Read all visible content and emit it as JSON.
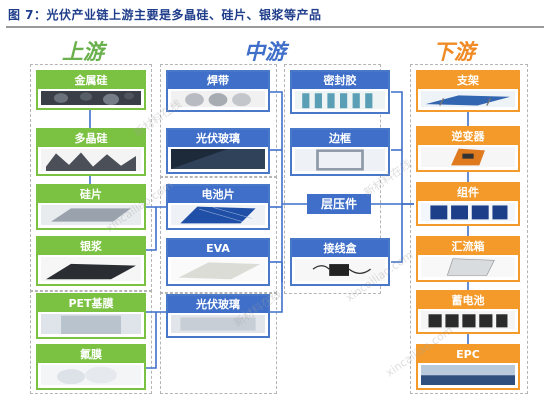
{
  "caption": "图 7：光伏产业链上游主要是多晶硅、硅片、银浆等产品",
  "headers": {
    "upstream": "上游",
    "midstream": "中游",
    "downstream": "下游"
  },
  "upstream": [
    {
      "label": "金属硅"
    },
    {
      "label": "多晶硅"
    },
    {
      "label": "硅片"
    },
    {
      "label": "银浆"
    },
    {
      "label": "PET基膜"
    },
    {
      "label": "氟膜"
    }
  ],
  "midstream_a": [
    {
      "label": "焊带"
    },
    {
      "label": "光伏玻璃"
    },
    {
      "label": "电池片"
    },
    {
      "label": "EVA"
    },
    {
      "label": "光伏玻璃"
    }
  ],
  "midstream_b": [
    {
      "label": "密封胶"
    },
    {
      "label": "边框"
    },
    {
      "label": "接线盒"
    }
  ],
  "center": {
    "label": "层压件"
  },
  "downstream": [
    {
      "label": "支架"
    },
    {
      "label": "逆变器"
    },
    {
      "label": "组件"
    },
    {
      "label": "汇流箱"
    },
    {
      "label": "蓄电池"
    },
    {
      "label": "EPC"
    }
  ],
  "watermarks": [
    "新材料在线",
    "xincailiao.com"
  ],
  "colors": {
    "upstream": "#7cc242",
    "midstream": "#3f6fc9",
    "downstream": "#f39a2b",
    "connector": "#3f6fc9"
  }
}
